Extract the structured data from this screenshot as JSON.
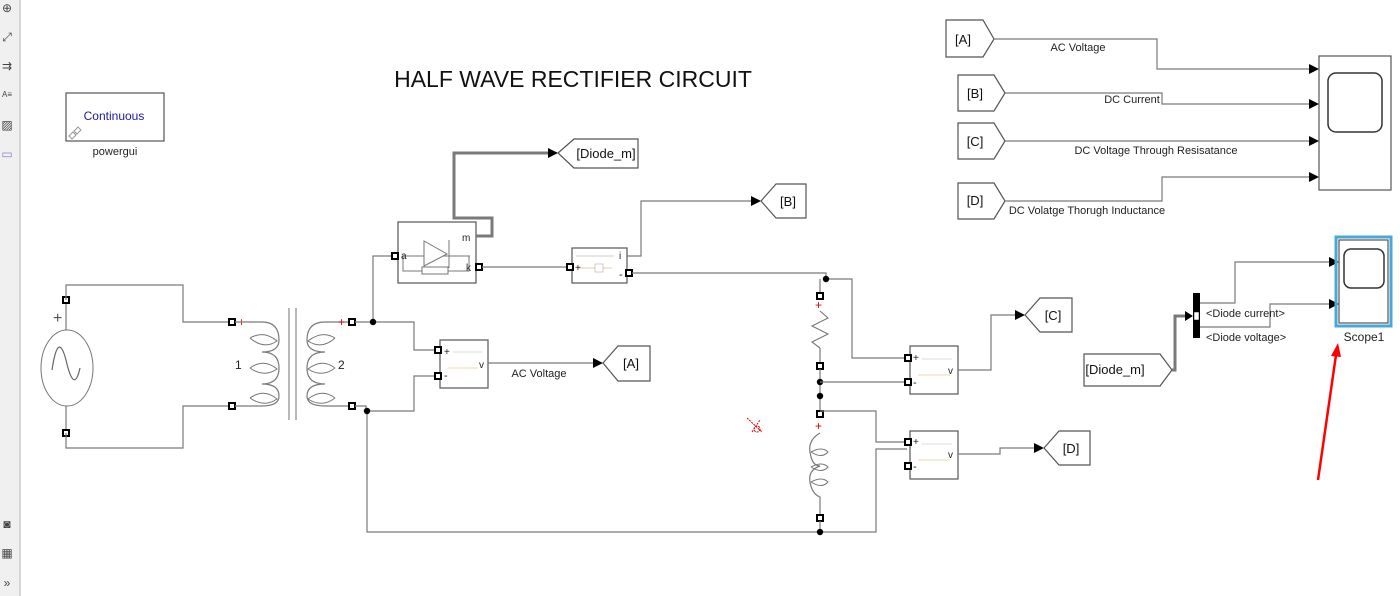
{
  "toolbar": {
    "items": [
      {
        "name": "zoom-in-icon",
        "glyph": "⊕"
      },
      {
        "name": "fit-view-icon",
        "glyph": "⤢"
      },
      {
        "name": "route-lines-icon",
        "glyph": "⇉"
      },
      {
        "name": "annotation-icon",
        "glyph": "A≡"
      },
      {
        "name": "image-icon",
        "glyph": "▨"
      },
      {
        "name": "area-icon",
        "glyph": "▭"
      },
      {
        "name": "screenshot-icon",
        "glyph": "◙"
      },
      {
        "name": "property-inspector-icon",
        "glyph": "▦"
      },
      {
        "name": "more-icon",
        "glyph": "»"
      }
    ]
  },
  "diagram": {
    "title": "HALF WAVE  RECTIFIER CIRCUIT",
    "powergui": {
      "mode": "Continuous",
      "label": "powergui"
    },
    "transformer": {
      "winding1": "1",
      "winding2": "2"
    },
    "diode": {
      "port_a": "a",
      "port_k": "k",
      "port_m": "m"
    },
    "current_meas": {
      "out": "i",
      "plus": "+",
      "minus": "-"
    },
    "voltage_meas": {
      "out": "v",
      "plus": "+",
      "minus": "-"
    },
    "goto_tags": {
      "diode_m": "[Diode_m]",
      "b": "[B]",
      "a": "[A]",
      "c": "[C]",
      "d": "[D]"
    },
    "from_tags": {
      "a": "[A]",
      "b": "[B]",
      "c": "[C]",
      "d": "[D]",
      "diode_m": "[Diode_m]"
    },
    "signal_labels": {
      "ac_voltage_left": "AC Voltage",
      "ac_voltage": "AC Voltage",
      "dc_current": "DC Current",
      "dc_voltage_r": "DC Voltage Through Resisatance",
      "dc_voltage_l": "DC Volatge Thorugh Inductance",
      "diode_current": "<Diode current>",
      "diode_voltage": "<Diode voltage>"
    },
    "scope1": {
      "label": "Scope1"
    },
    "source_sign": "+",
    "colors": {
      "wire": "#7a7a7a",
      "selection": "#4aa8d8",
      "arrow_annotation": "#ff0000",
      "polarity": "#e00000",
      "powergui_text": "#1a1aa6"
    }
  }
}
